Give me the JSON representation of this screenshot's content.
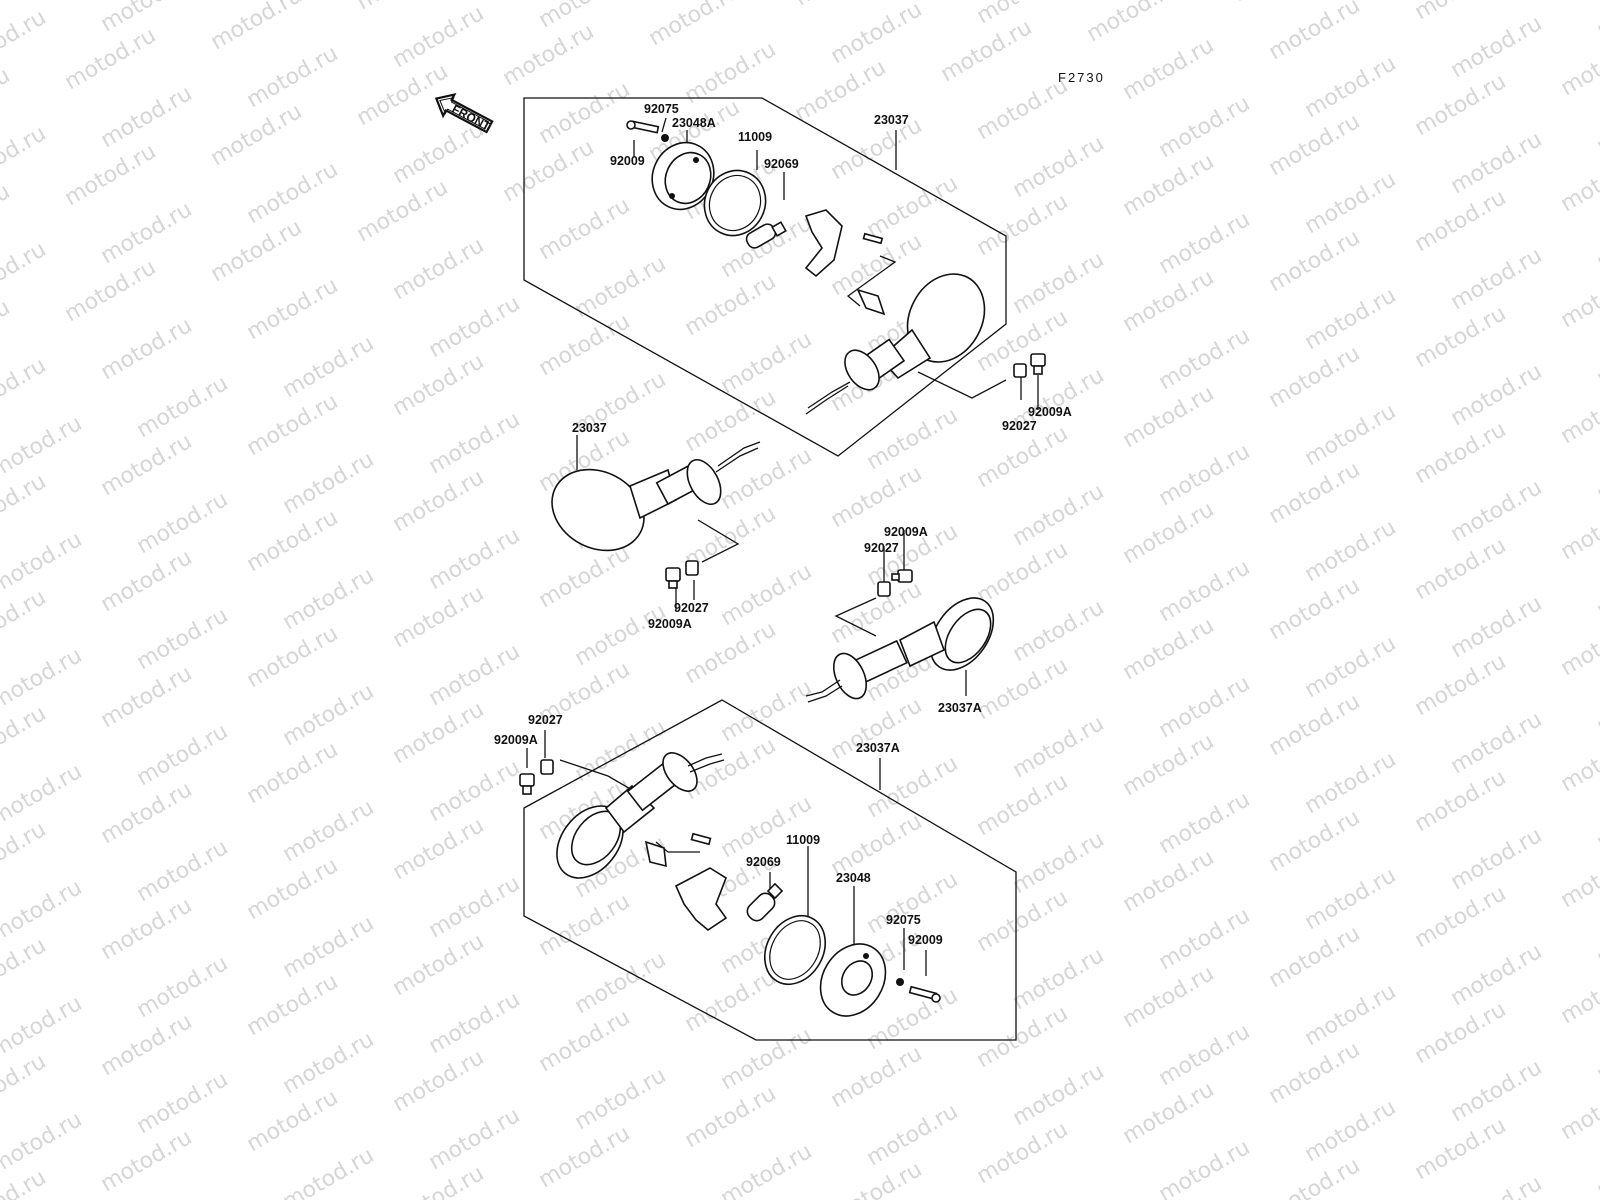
{
  "watermark": "motod.ru",
  "figure_code": "F2730",
  "front_arrow_label": "FRONT",
  "labels": {
    "top_92075": "92075",
    "top_23048A": "23048A",
    "top_92009": "92009",
    "top_11009": "11009",
    "top_92069": "92069",
    "top_23037": "23037",
    "top_92009A": "92009A",
    "top_92027": "92027",
    "mid_left_23037": "23037",
    "mid_left_92027": "92027",
    "mid_left_92009A": "92009A",
    "mid_right_92009A": "92009A",
    "mid_right_92027": "92027",
    "mid_right_23037A": "23037A",
    "bot_92027": "92027",
    "bot_92009A": "92009A",
    "bot_23037A": "23037A",
    "bot_11009": "11009",
    "bot_92069": "92069",
    "bot_23048": "23048",
    "bot_92075": "92075",
    "bot_92009": "92009"
  }
}
